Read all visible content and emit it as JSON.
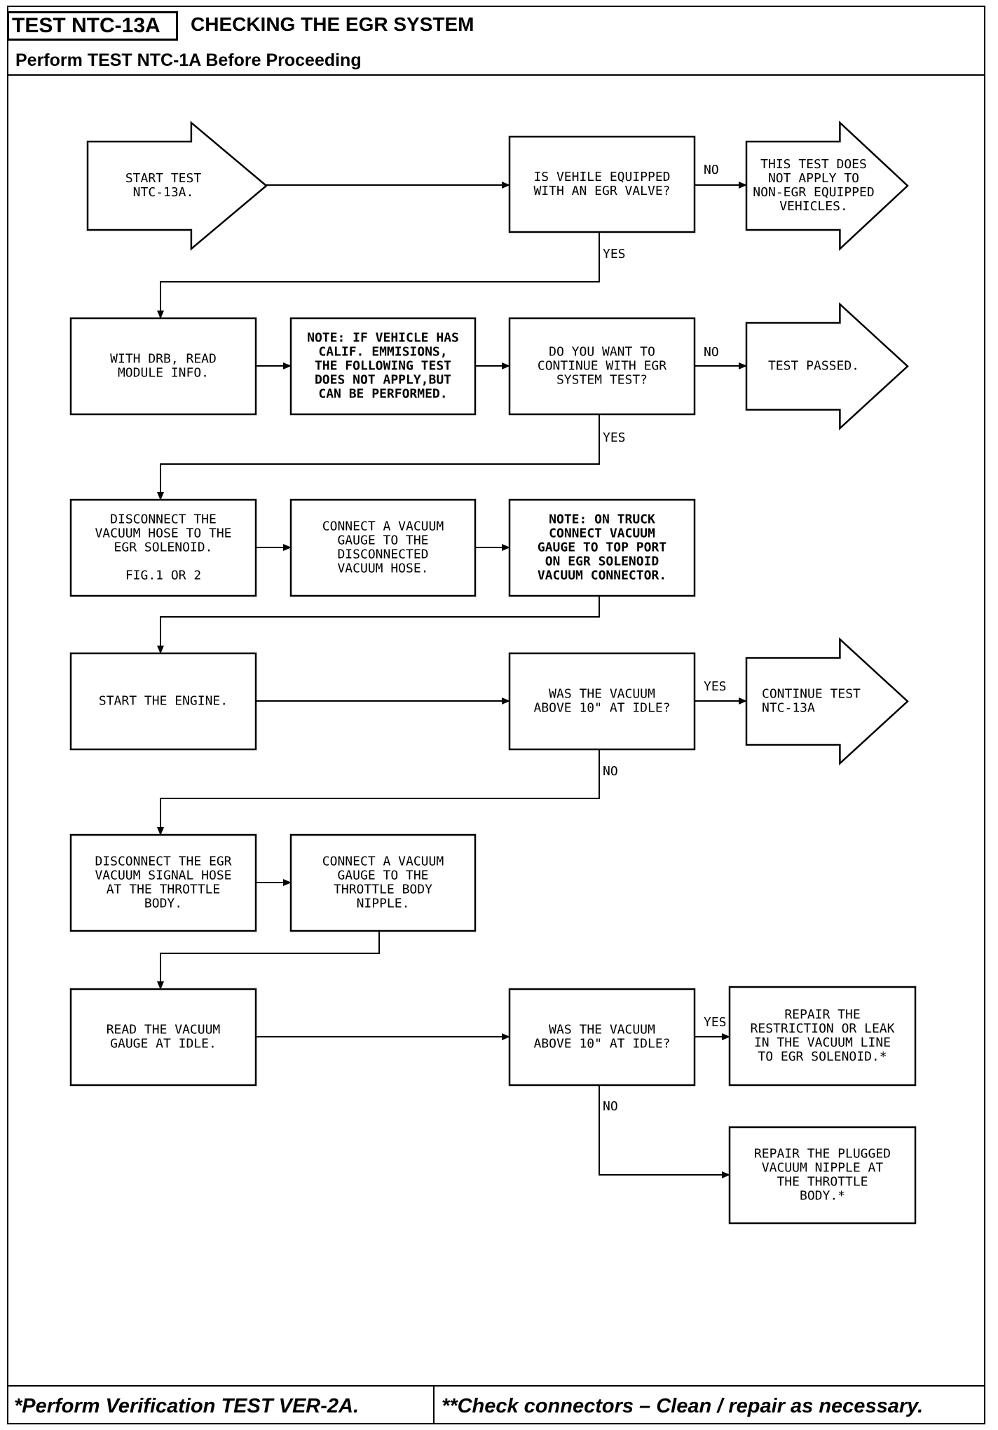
{
  "header": {
    "test_id": "TEST NTC-13A",
    "title": "CHECKING THE EGR SYSTEM",
    "subtitle": "Perform TEST NTC-1A Before Proceeding"
  },
  "footer": {
    "left": "*Perform Verification TEST VER-2A.",
    "right": "**Check connectors – Clean / repair as necessary."
  },
  "nodes": [
    {
      "id": "start",
      "shape": "arrow",
      "bold": false,
      "lines": [
        "START TEST",
        "NTC-13A."
      ]
    },
    {
      "id": "q-egr-valve",
      "shape": "box",
      "bold": false,
      "lines": [
        "IS VEHILE EQUIPPED",
        "WITH AN EGR VALVE?"
      ]
    },
    {
      "id": "not-apply",
      "shape": "arrow",
      "bold": false,
      "lines": [
        "THIS TEST DOES",
        "NOT APPLY TO",
        "NON-EGR EQUIPPED",
        "VEHICLES."
      ]
    },
    {
      "id": "read-module",
      "shape": "box",
      "bold": false,
      "lines": [
        "WITH DRB, READ",
        "MODULE INFO."
      ]
    },
    {
      "id": "note-calif",
      "shape": "box",
      "bold": true,
      "lines": [
        "NOTE: IF VEHICLE HAS",
        "CALIF. EMMISIONS,",
        "THE FOLLOWING TEST",
        "DOES NOT APPLY,BUT",
        "CAN BE PERFORMED."
      ]
    },
    {
      "id": "q-continue",
      "shape": "box",
      "bold": false,
      "lines": [
        "DO YOU WANT TO",
        "CONTINUE WITH EGR",
        "SYSTEM TEST?"
      ]
    },
    {
      "id": "test-passed",
      "shape": "arrow",
      "bold": false,
      "lines": [
        "TEST PASSED."
      ]
    },
    {
      "id": "disconnect-hose",
      "shape": "box",
      "bold": false,
      "lines": [
        "DISCONNECT THE",
        "VACUUM HOSE TO THE",
        "EGR SOLENOID.",
        "",
        "FIG.1 OR 2"
      ]
    },
    {
      "id": "connect-gauge",
      "shape": "box",
      "bold": false,
      "lines": [
        "CONNECT A VACUUM",
        "GAUGE TO THE",
        "DISCONNECTED",
        "VACUUM HOSE."
      ]
    },
    {
      "id": "note-truck",
      "shape": "box",
      "bold": true,
      "lines": [
        "NOTE: ON TRUCK",
        "CONNECT VACUUM",
        "GAUGE TO TOP PORT",
        "ON EGR SOLENOID",
        "VACUUM CONNECTOR."
      ]
    },
    {
      "id": "start-engine",
      "shape": "box",
      "bold": false,
      "lines": [
        "START THE ENGINE."
      ]
    },
    {
      "id": "q-vacuum-1",
      "shape": "box",
      "bold": false,
      "lines": [
        "WAS THE VACUUM",
        "ABOVE 10\" AT IDLE?"
      ]
    },
    {
      "id": "continue-test",
      "shape": "arrow",
      "bold": false,
      "lines": [
        "CONTINUE TEST",
        "NTC-13A"
      ]
    },
    {
      "id": "disconnect-signal",
      "shape": "box",
      "bold": false,
      "lines": [
        "DISCONNECT THE EGR",
        "VACUUM SIGNAL HOSE",
        "AT THE THROTTLE",
        "BODY."
      ]
    },
    {
      "id": "connect-throttle",
      "shape": "box",
      "bold": false,
      "lines": [
        "CONNECT A VACUUM",
        "GAUGE TO THE",
        "THROTTLE BODY",
        "NIPPLE."
      ]
    },
    {
      "id": "read-gauge",
      "shape": "box",
      "bold": false,
      "lines": [
        "READ THE VACUUM",
        "GAUGE AT IDLE."
      ]
    },
    {
      "id": "q-vacuum-2",
      "shape": "box",
      "bold": false,
      "lines": [
        "WAS THE VACUUM",
        "ABOVE 10\" AT IDLE?"
      ]
    },
    {
      "id": "repair-leak",
      "shape": "box",
      "bold": false,
      "lines": [
        "REPAIR THE",
        "RESTRICTION OR LEAK",
        "IN THE VACUUM LINE",
        "TO EGR SOLENOID.*"
      ]
    },
    {
      "id": "repair-nipple",
      "shape": "box",
      "bold": false,
      "lines": [
        "REPAIR THE PLUGGED",
        "VACUUM NIPPLE AT",
        "THE THROTTLE",
        "BODY.*"
      ]
    }
  ],
  "edges": [
    {
      "from": "start",
      "to": "q-egr-valve",
      "label": ""
    },
    {
      "from": "q-egr-valve",
      "to": "not-apply",
      "label": "NO"
    },
    {
      "from": "q-egr-valve",
      "to": "read-module",
      "label": "YES"
    },
    {
      "from": "read-module",
      "to": "note-calif",
      "label": ""
    },
    {
      "from": "note-calif",
      "to": "q-continue",
      "label": ""
    },
    {
      "from": "q-continue",
      "to": "test-passed",
      "label": "NO"
    },
    {
      "from": "q-continue",
      "to": "disconnect-hose",
      "label": "YES"
    },
    {
      "from": "disconnect-hose",
      "to": "connect-gauge",
      "label": ""
    },
    {
      "from": "connect-gauge",
      "to": "note-truck",
      "label": ""
    },
    {
      "from": "note-truck",
      "to": "start-engine",
      "label": ""
    },
    {
      "from": "start-engine",
      "to": "q-vacuum-1",
      "label": ""
    },
    {
      "from": "q-vacuum-1",
      "to": "continue-test",
      "label": "YES"
    },
    {
      "from": "q-vacuum-1",
      "to": "disconnect-signal",
      "label": "NO"
    },
    {
      "from": "disconnect-signal",
      "to": "connect-throttle",
      "label": ""
    },
    {
      "from": "connect-throttle",
      "to": "read-gauge",
      "label": ""
    },
    {
      "from": "read-gauge",
      "to": "q-vacuum-2",
      "label": ""
    },
    {
      "from": "q-vacuum-2",
      "to": "repair-leak",
      "label": "YES"
    },
    {
      "from": "q-vacuum-2",
      "to": "repair-nipple",
      "label": "NO"
    }
  ]
}
